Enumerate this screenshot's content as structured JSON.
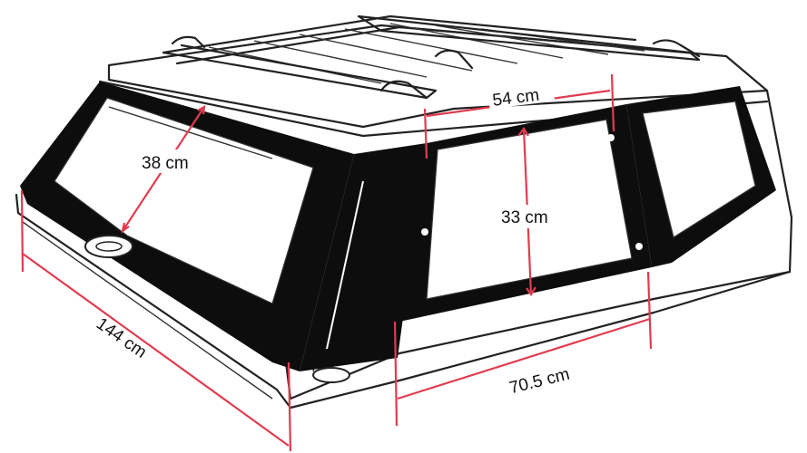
{
  "diagram": {
    "colors": {
      "dimension_line": "#e03c4f",
      "frame": "#0d0d0d",
      "outline": "#222222",
      "background": "#ffffff"
    },
    "dimensions": {
      "rear_window_height": "38 cm",
      "side_window_width": "54 cm",
      "side_window_height": "33 cm",
      "side_length": "70.5 cm",
      "rear_width": "144 cm"
    }
  }
}
